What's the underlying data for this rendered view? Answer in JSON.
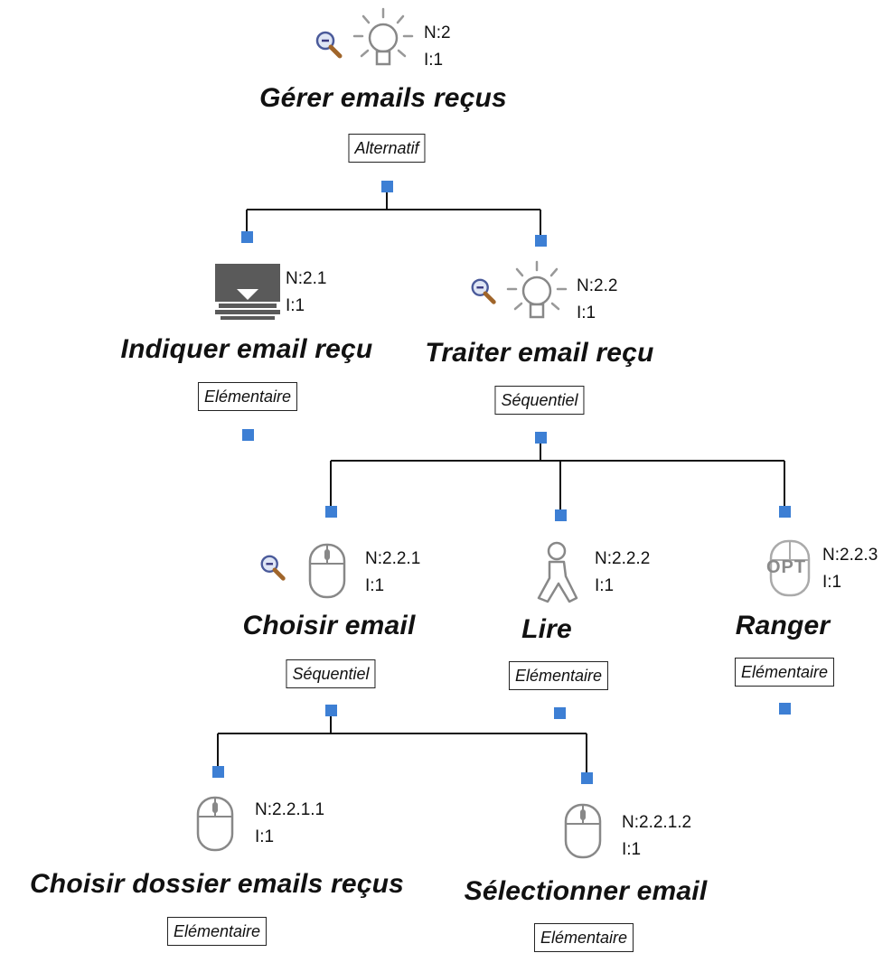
{
  "tasks": {
    "root": {
      "name": "Gérer emails reçus",
      "operator": "Alternatif",
      "number": "N:2",
      "iterations": "I:1"
    },
    "t21": {
      "name": "Indiquer email reçu",
      "operator": "Elémentaire",
      "number": "N:2.1",
      "iterations": "I:1"
    },
    "t22": {
      "name": "Traiter email reçu",
      "operator": "Séquentiel",
      "number": "N:2.2",
      "iterations": "I:1"
    },
    "t221": {
      "name": "Choisir email",
      "operator": "Séquentiel",
      "number": "N:2.2.1",
      "iterations": "I:1"
    },
    "t222": {
      "name": "Lire",
      "operator": "Elémentaire",
      "number": "N:2.2.2",
      "iterations": "I:1"
    },
    "t223": {
      "name": "Ranger",
      "operator": "Elémentaire",
      "number": "N:2.2.3",
      "iterations": "I:1",
      "badge": "OPT"
    },
    "t2211": {
      "name": "Choisir dossier emails reçus",
      "operator": "Elémentaire",
      "number": "N:2.2.1.1",
      "iterations": "I:1"
    },
    "t2212": {
      "name": "Sélectionner email",
      "operator": "Elémentaire",
      "number": "N:2.2.1.2",
      "iterations": "I:1"
    }
  },
  "colors": {
    "connector": "#3d7fd4",
    "line": "#111111",
    "icon_stroke": "#888888"
  },
  "icons": {
    "root": [
      "zoom-icon",
      "abstract-task-bulb-icon"
    ],
    "t21": [
      "system-task-computer-icon"
    ],
    "t22": [
      "zoom-icon",
      "abstract-task-bulb-icon"
    ],
    "t221": [
      "zoom-icon",
      "interaction-task-mouse-icon"
    ],
    "t222": [
      "cognitive-task-person-icon"
    ],
    "t223": [
      "optional-interaction-mouse-icon"
    ],
    "t2211": [
      "interaction-task-mouse-icon"
    ],
    "t2212": [
      "interaction-task-mouse-icon"
    ]
  }
}
